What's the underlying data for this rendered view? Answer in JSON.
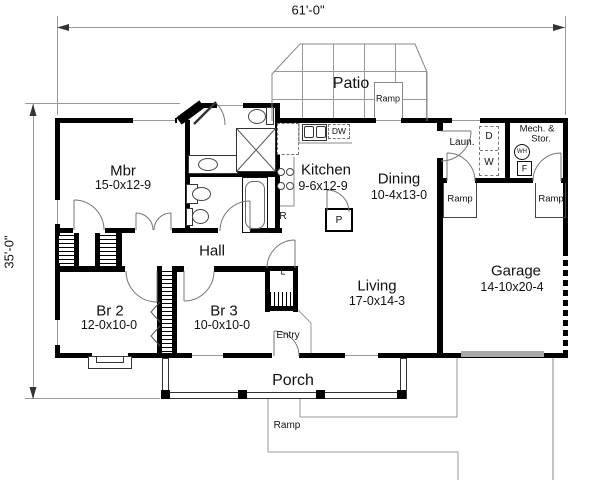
{
  "dimensions": {
    "width": "61'-0\"",
    "height": "35'-0\""
  },
  "rooms": {
    "patio": {
      "name": "Patio"
    },
    "mbr": {
      "name": "Mbr",
      "size": "15-0x12-9"
    },
    "kitchen": {
      "name": "Kitchen",
      "size": "9-6x12-9"
    },
    "dining": {
      "name": "Dining",
      "size": "10-4x13-0"
    },
    "hall": {
      "name": "Hall"
    },
    "br2": {
      "name": "Br 2",
      "size": "12-0x10-0"
    },
    "br3": {
      "name": "Br 3",
      "size": "10-0x10-0"
    },
    "living": {
      "name": "Living",
      "size": "17-0x14-3"
    },
    "garage": {
      "name": "Garage",
      "size": "14-10x20-4"
    },
    "porch": {
      "name": "Porch"
    },
    "entry": {
      "name": "Entry"
    },
    "laundry": {
      "name": "Laun."
    },
    "mech": {
      "line1": "Mech. &",
      "line2": "Stor."
    }
  },
  "fixtures": {
    "dishwasher": "DW",
    "range": "R",
    "pantry": "P",
    "dryer": "D",
    "washer": "W",
    "water_heater": "WH",
    "furnace": "F",
    "linen": "L"
  },
  "ramps": {
    "patio": "Ramp",
    "laundry": "Ramp",
    "mech": "Ramp",
    "porch": "Ramp"
  },
  "colors": {
    "wall": "#000000",
    "thin_line": "#999999",
    "text": "#111111"
  }
}
